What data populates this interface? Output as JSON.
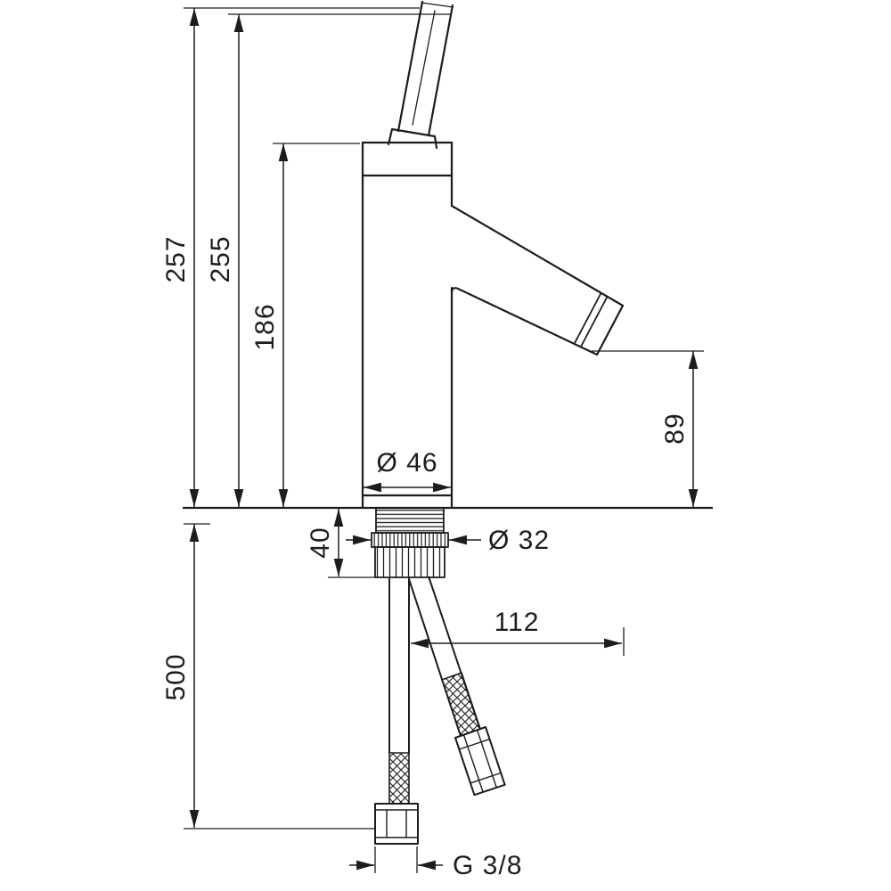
{
  "drawing": {
    "type": "technical-dimension-drawing",
    "subject": "single-lever basin mixer tap, side elevation with mounting hoses",
    "background": "#ffffff",
    "line_color": "#1d1d1b",
    "labels": {
      "total_height": "257",
      "handle_height": "255",
      "body_height": "186",
      "spout_height": "89",
      "base_diameter": "Ø 46",
      "shank_diameter": "Ø 32",
      "mounting_thickness": "40",
      "spout_reach": "112",
      "hose_length": "500",
      "connection_thread": "G 3/8"
    }
  }
}
